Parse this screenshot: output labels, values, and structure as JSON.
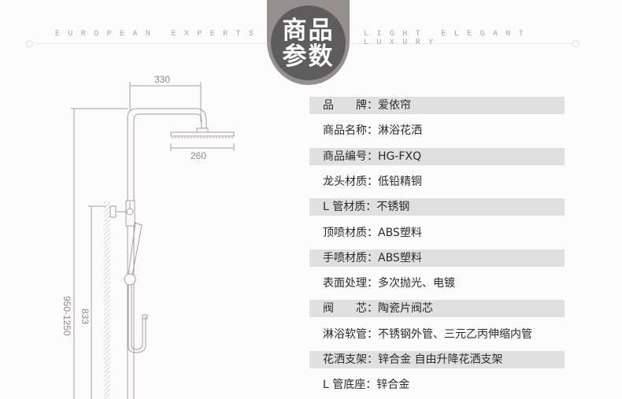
{
  "header": {
    "left_tag": "EUROPEAN EXPERTS",
    "right_tag": "LIGHT ELEGANT LUXURY",
    "badge_line1": "商品",
    "badge_line2": "参数"
  },
  "diagram": {
    "dim_arm": "330",
    "dim_head": "260",
    "dim_valve": "833",
    "dim_total": "950-1250"
  },
  "specs": [
    {
      "label": "品　　牌",
      "value": "爱依帘"
    },
    {
      "label": "商品名称",
      "value": "淋浴花洒"
    },
    {
      "label": "商品编号",
      "value": "HG-FXQ"
    },
    {
      "label": "龙头材质",
      "value": "低铅精铜"
    },
    {
      "label": "L 管材质",
      "value": "不锈钢"
    },
    {
      "label": "顶喷材质",
      "value": "ABS塑料"
    },
    {
      "label": "手喷材质",
      "value": "ABS塑料"
    },
    {
      "label": "表面处理",
      "value": "多次抛光、电镀"
    },
    {
      "label": "阀　　芯",
      "value": "陶瓷片阀芯"
    },
    {
      "label": "淋浴软管",
      "value": "不锈钢外管、三元乙丙伸缩内管"
    },
    {
      "label": "花洒支架",
      "value": "锌合金 自由升降花洒支架"
    },
    {
      "label": "L 管底座",
      "value": "锌合金"
    }
  ]
}
